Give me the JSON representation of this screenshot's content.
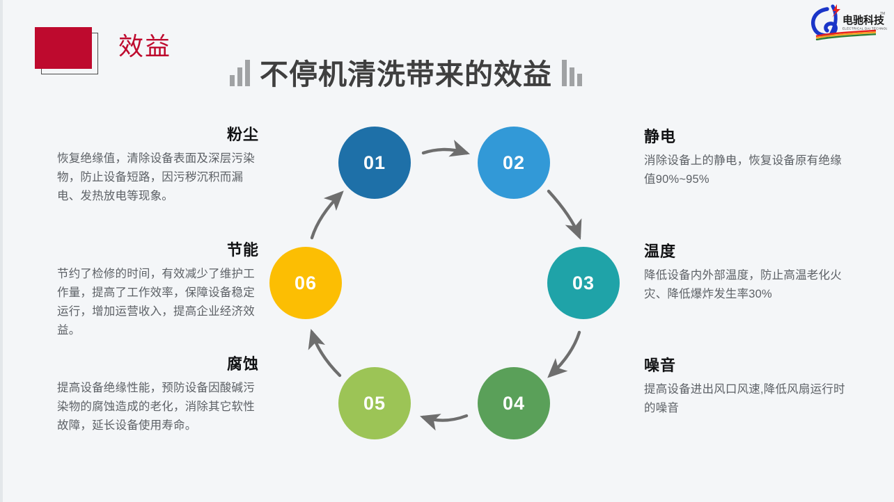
{
  "header": {
    "badge_label": "效益",
    "title": "不停机清洗带来的效益",
    "logo_cn": "电驰科技",
    "logo_en": "ELECTRICAL DAI TECHNOLOGY",
    "logo_tm": "TM",
    "logo_letter": "D"
  },
  "colors": {
    "accent_red": "#be0a2e",
    "title_gray": "#3f3f3f",
    "body_gray": "#5d6166",
    "background": "#f4f6f8",
    "node_01": "#1e70a8",
    "node_02": "#3299d7",
    "node_03": "#1fa3a8",
    "node_04": "#5aa059",
    "node_05": "#9cc456",
    "node_06": "#fcbe03",
    "arrow_gray": "#6e6e6e"
  },
  "nodes": [
    {
      "id": "01",
      "label": "01"
    },
    {
      "id": "02",
      "label": "02"
    },
    {
      "id": "03",
      "label": "03"
    },
    {
      "id": "04",
      "label": "04"
    },
    {
      "id": "05",
      "label": "05"
    },
    {
      "id": "06",
      "label": "06"
    }
  ],
  "blocks": {
    "dust": {
      "title": "粉尘",
      "body": "恢复绝缘值，清除设备表面及深层污染物，防止设备短路，因污秽沉积而漏电、发热放电等现象。"
    },
    "energy": {
      "title": "节能",
      "body": "节约了检修的时间，有效减少了维护工作量，提高了工作效率，保障设备稳定运行，增加运营收入，提高企业经济效益。"
    },
    "corrosion": {
      "title": "腐蚀",
      "body": "提高设备绝缘性能，预防设备因酸碱污染物的腐蚀造成的老化，消除其它软性故障，延长设备使用寿命。"
    },
    "static": {
      "title": "静电",
      "body": "消除设备上的静电，恢复设备原有绝缘值90%~95%"
    },
    "temperature": {
      "title": "温度",
      "body": "降低设备内外部温度，防止高温老化火灾、降低爆炸发生率30%"
    },
    "noise": {
      "title": "噪音",
      "body": "提高设备进出风口风速,降低风扇运行时的噪音"
    }
  }
}
